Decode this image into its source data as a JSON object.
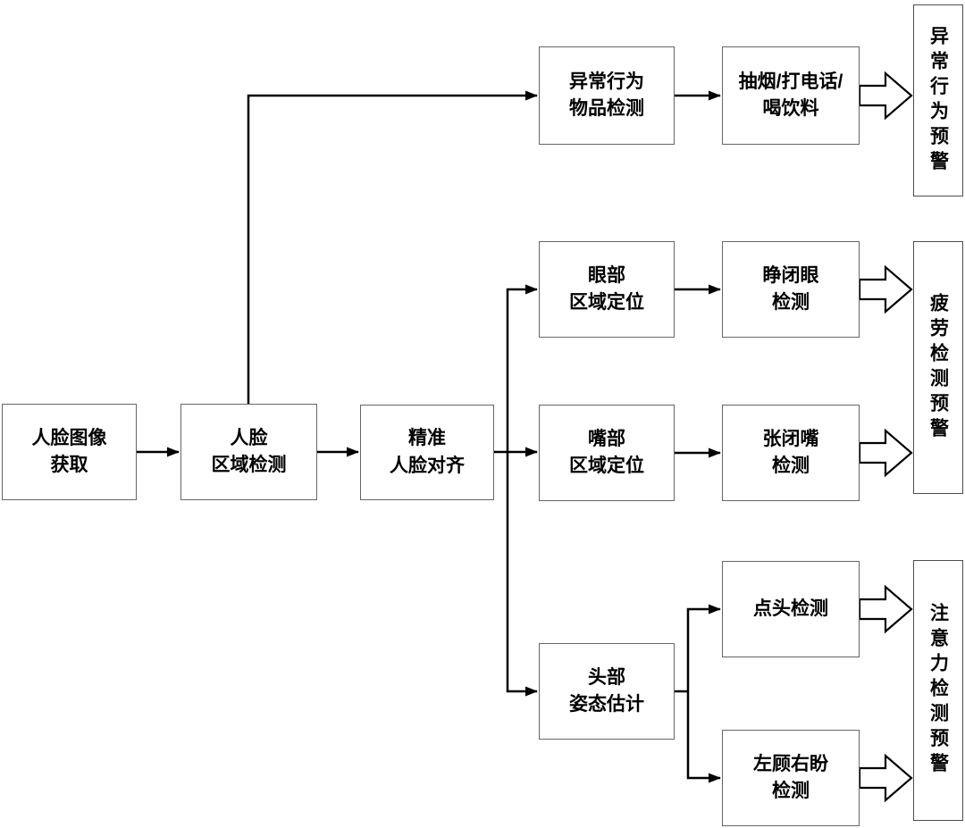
{
  "diagram": {
    "type": "flowchart",
    "colors": {
      "background": "#ffffff",
      "box_border": "#666666",
      "warning_box_border": "#4d4d4d",
      "line": "#000000",
      "text": "#000000"
    },
    "nodes": {
      "face_capture": {
        "label": "人脸图像\n获取"
      },
      "face_detect": {
        "label": "人脸\n区域检测"
      },
      "face_align": {
        "label": "精准\n人脸对齐"
      },
      "abnormal_detect": {
        "label": "异常行为\n物品检测"
      },
      "smoke_phone": {
        "label": "抽烟/打电话/\n喝饮料"
      },
      "eye_locate": {
        "label": "眼部\n区域定位"
      },
      "eye_blink": {
        "label": "睁闭眼\n检测"
      },
      "mouth_locate": {
        "label": "嘴部\n区域定位"
      },
      "mouth_open": {
        "label": "张闭嘴\n检测"
      },
      "head_pose": {
        "label": "头部\n姿态估计"
      },
      "nod_detect": {
        "label": "点头检测"
      },
      "look_around": {
        "label": "左顾右盼\n检测"
      }
    },
    "warnings": {
      "abnormal_warning": {
        "label": "异常行为预警"
      },
      "fatigue_warning": {
        "label": "疲劳检测预警"
      },
      "attention_warning": {
        "label": "注意力检测预警"
      }
    },
    "edges": [
      {
        "from": "face_capture",
        "to": "face_detect",
        "style": "arrow"
      },
      {
        "from": "face_detect",
        "to": "face_align",
        "style": "arrow"
      },
      {
        "from": "face_detect",
        "to": "abnormal_detect",
        "style": "arrow"
      },
      {
        "from": "face_align",
        "to": "eye_locate",
        "style": "arrow"
      },
      {
        "from": "face_align",
        "to": "mouth_locate",
        "style": "arrow"
      },
      {
        "from": "face_align",
        "to": "head_pose",
        "style": "arrow"
      },
      {
        "from": "abnormal_detect",
        "to": "smoke_phone",
        "style": "arrow"
      },
      {
        "from": "eye_locate",
        "to": "eye_blink",
        "style": "arrow"
      },
      {
        "from": "mouth_locate",
        "to": "mouth_open",
        "style": "arrow"
      },
      {
        "from": "head_pose",
        "to": "nod_detect",
        "style": "arrow"
      },
      {
        "from": "head_pose",
        "to": "look_around",
        "style": "arrow"
      },
      {
        "from": "smoke_phone",
        "to": "abnormal_warning",
        "style": "block-arrow"
      },
      {
        "from": "eye_blink",
        "to": "fatigue_warning",
        "style": "block-arrow"
      },
      {
        "from": "mouth_open",
        "to": "fatigue_warning",
        "style": "block-arrow"
      },
      {
        "from": "nod_detect",
        "to": "attention_warning",
        "style": "block-arrow"
      },
      {
        "from": "look_around",
        "to": "attention_warning",
        "style": "block-arrow"
      }
    ]
  }
}
